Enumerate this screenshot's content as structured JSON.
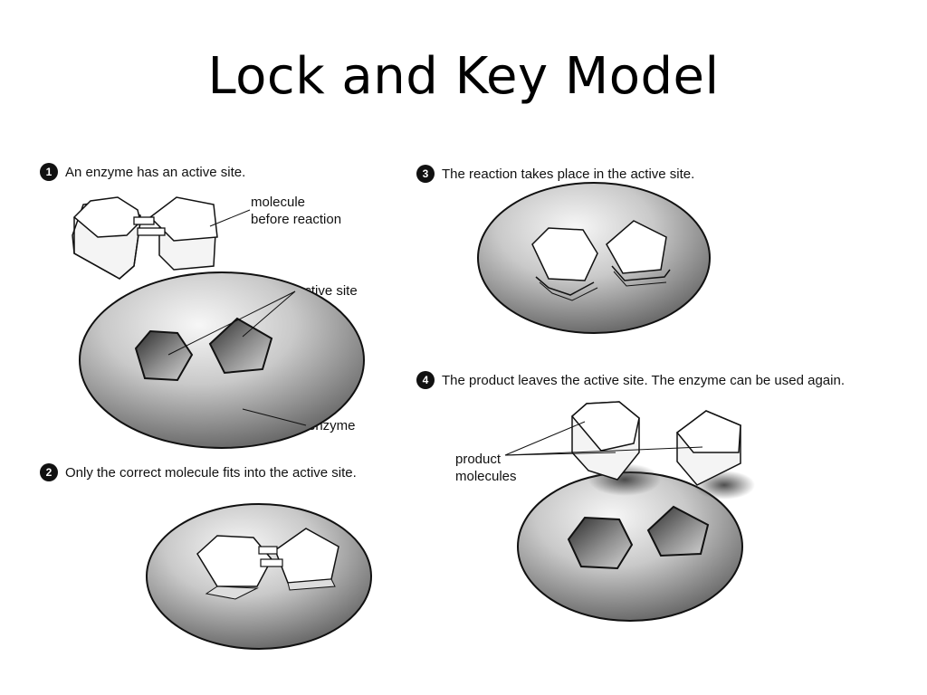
{
  "title": "Lock and Key Model",
  "steps": [
    {
      "number": "1",
      "text": "An enzyme has an active site."
    },
    {
      "number": "2",
      "text": "Only the correct molecule fits into the active site."
    },
    {
      "number": "3",
      "text": "The reaction takes place in the active site."
    },
    {
      "number": "4",
      "text": "The product leaves the active site. The enzyme can be used again."
    }
  ],
  "labels": {
    "molecule_line1": "molecule",
    "molecule_line2": "before reaction",
    "active_site": "active site",
    "enzyme": "enzyme",
    "product_line1": "product",
    "product_line2": "molecules"
  },
  "colors": {
    "enzyme_light": "#f2f2f2",
    "enzyme_dark": "#6e6e6e",
    "outline": "#111111"
  }
}
